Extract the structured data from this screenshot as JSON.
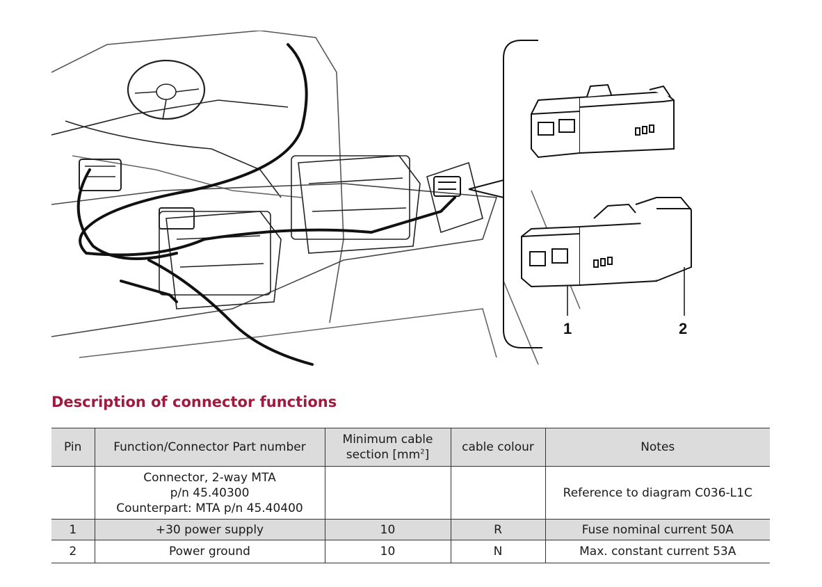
{
  "illustration": {
    "callouts": [
      "1",
      "2"
    ]
  },
  "section": {
    "title": "Description of connector functions"
  },
  "table": {
    "headers": {
      "pin": "Pin",
      "function": "Function/Connector Part number",
      "section_line1": "Minimum cable",
      "section_line2": "section [mm",
      "section_sup": "2",
      "section_close": "]",
      "colour": "cable colour",
      "notes": "Notes"
    },
    "connector_row": {
      "pin": "",
      "function_lines": [
        "Connector, 2-way MTA",
        "p/n 45.40300",
        "Counterpart: MTA p/n 45.40400"
      ],
      "section": "",
      "colour": "",
      "notes": "Reference to diagram C036-L1C"
    },
    "rows": [
      {
        "pin": "1",
        "function": "+30 power supply",
        "section": "10",
        "colour": "R",
        "notes": "Fuse nominal current 50A"
      },
      {
        "pin": "2",
        "function": "Power ground",
        "section": "10",
        "colour": "N",
        "notes": "Max. constant current 53A"
      }
    ]
  }
}
